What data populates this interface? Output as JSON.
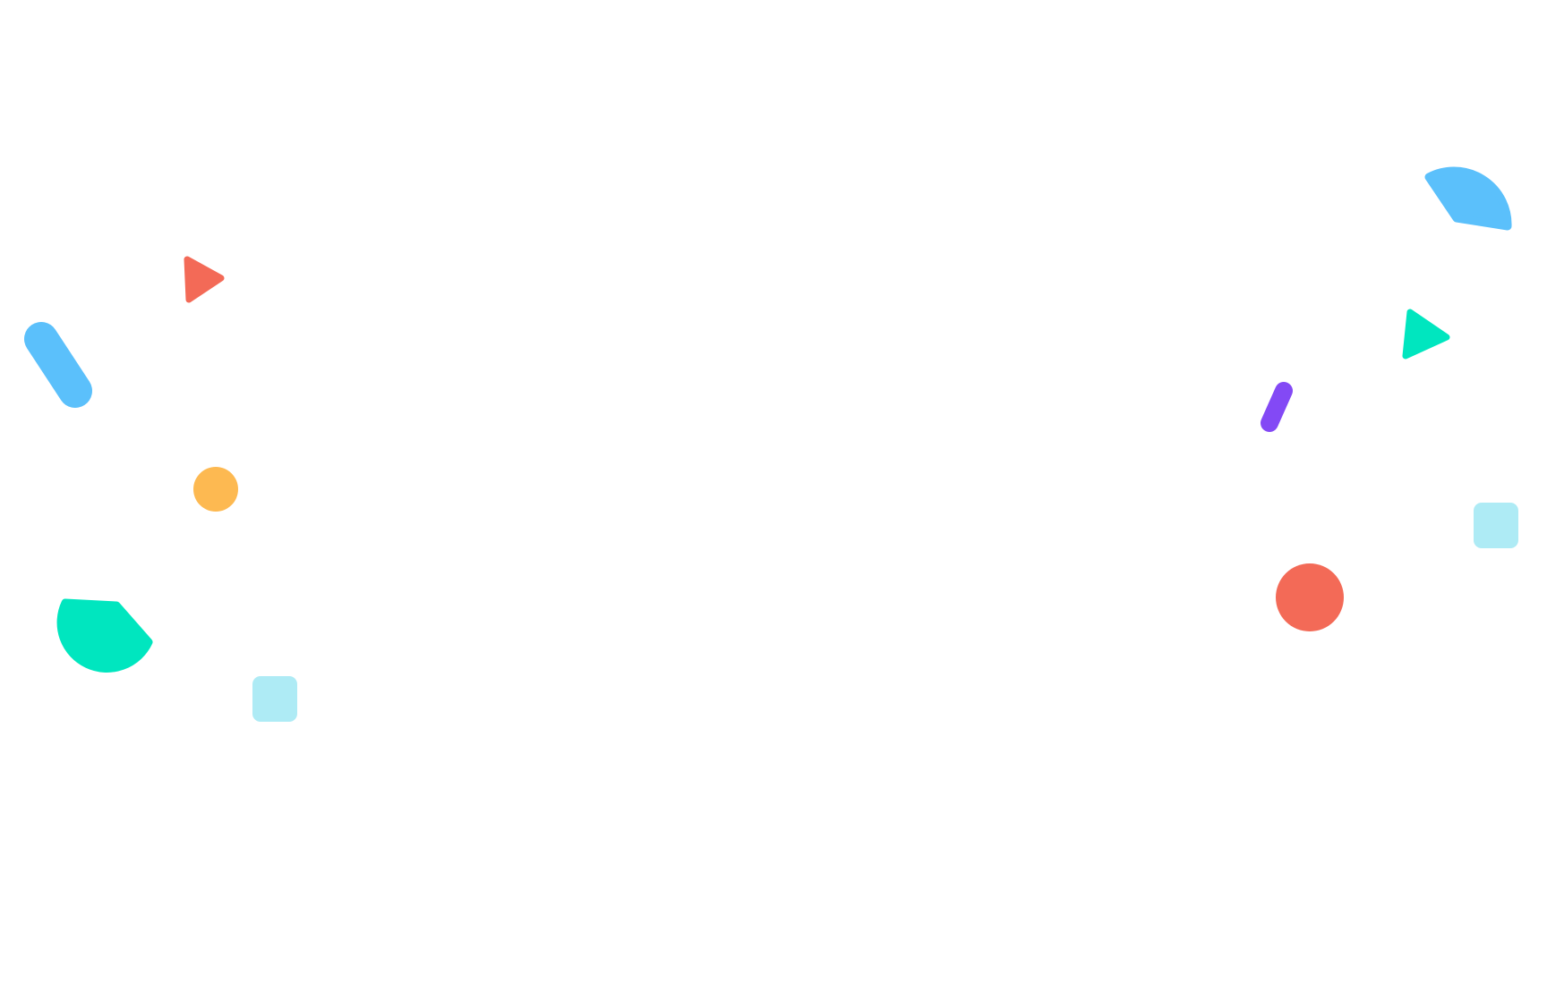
{
  "page": {
    "background": "#ffffff"
  },
  "confetti": {
    "colors": {
      "blue": "#5bc0fb",
      "coral": "#f36a57",
      "orange": "#fdb951",
      "teal": "#00e6bf",
      "light_cyan": "#aeebf5",
      "purple": "#8349f5"
    },
    "pieces": [
      {
        "shape": "capsule",
        "color": "blue"
      },
      {
        "shape": "triangle",
        "color": "coral"
      },
      {
        "shape": "circle",
        "color": "orange"
      },
      {
        "shape": "wedge",
        "color": "teal"
      },
      {
        "shape": "rounded-square",
        "color": "light_cyan"
      },
      {
        "shape": "wedge",
        "color": "blue"
      },
      {
        "shape": "triangle",
        "color": "teal"
      },
      {
        "shape": "capsule",
        "color": "purple"
      },
      {
        "shape": "rounded-square",
        "color": "light_cyan"
      },
      {
        "shape": "circle",
        "color": "coral"
      }
    ]
  }
}
